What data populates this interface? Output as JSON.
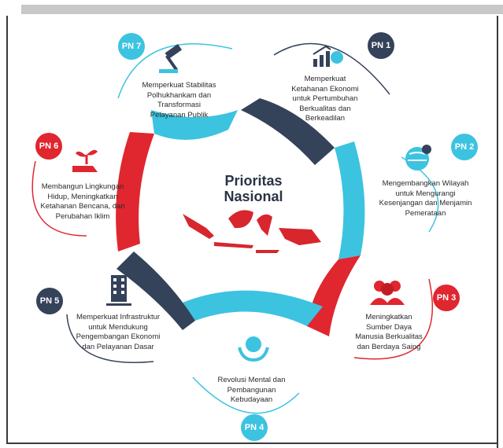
{
  "center": {
    "line1": "Prioritas",
    "line2": "Nasional"
  },
  "items": [
    {
      "badge": "PN 7",
      "text": [
        "Memperkuat Stabilitas",
        "Polhukhankam dan",
        "Transformasi",
        "Pelayanan Publik"
      ],
      "color": "#3cc3e0",
      "icon": "gavel-icon"
    },
    {
      "badge": "PN 1",
      "text": [
        "Memperkuat",
        "Ketahanan Ekonomi",
        "untuk Pertumbuhan",
        "Berkualitas dan",
        "Berkeadilan"
      ],
      "color": "#34425a",
      "icon": "growth-chart-icon"
    },
    {
      "badge": "PN 2",
      "text": [
        "Mengembangkan Wilayah",
        "untuk Mengurangi",
        "Kesenjangan dan Menjamin",
        "Pemerataan"
      ],
      "color": "#3cc3e0",
      "icon": "globe-pin-icon"
    },
    {
      "badge": "PN 3",
      "text": [
        "Meningkatkan",
        "Sumber Daya",
        "Manusia Berkualitas",
        "dan Berdaya Saing"
      ],
      "color": "#e0262f",
      "icon": "people-icon"
    },
    {
      "badge": "PN 4",
      "text": [
        "Revolusi Mental dan",
        "Pembangunan",
        "Kebudayaan"
      ],
      "color": "#3cc3e0",
      "icon": "brain-hands-icon"
    },
    {
      "badge": "PN 5",
      "text": [
        "Memperkuat Infrastruktur",
        "untuk Mendukung",
        "Pengembangan Ekonomi",
        "dan Pelayanan Dasar"
      ],
      "color": "#34425a",
      "icon": "building-icon"
    },
    {
      "badge": "PN 6",
      "text": [
        "Membangun Lingkungan",
        "Hidup, Meningkatkan",
        "Ketahanan Bencana, dan",
        "Perubahan Iklim"
      ],
      "color": "#e0262f",
      "icon": "plant-hand-icon"
    }
  ],
  "colors": {
    "cyan": "#3cc3e0",
    "navy": "#34425a",
    "red": "#e0262f",
    "text": "#2b2b2b"
  }
}
